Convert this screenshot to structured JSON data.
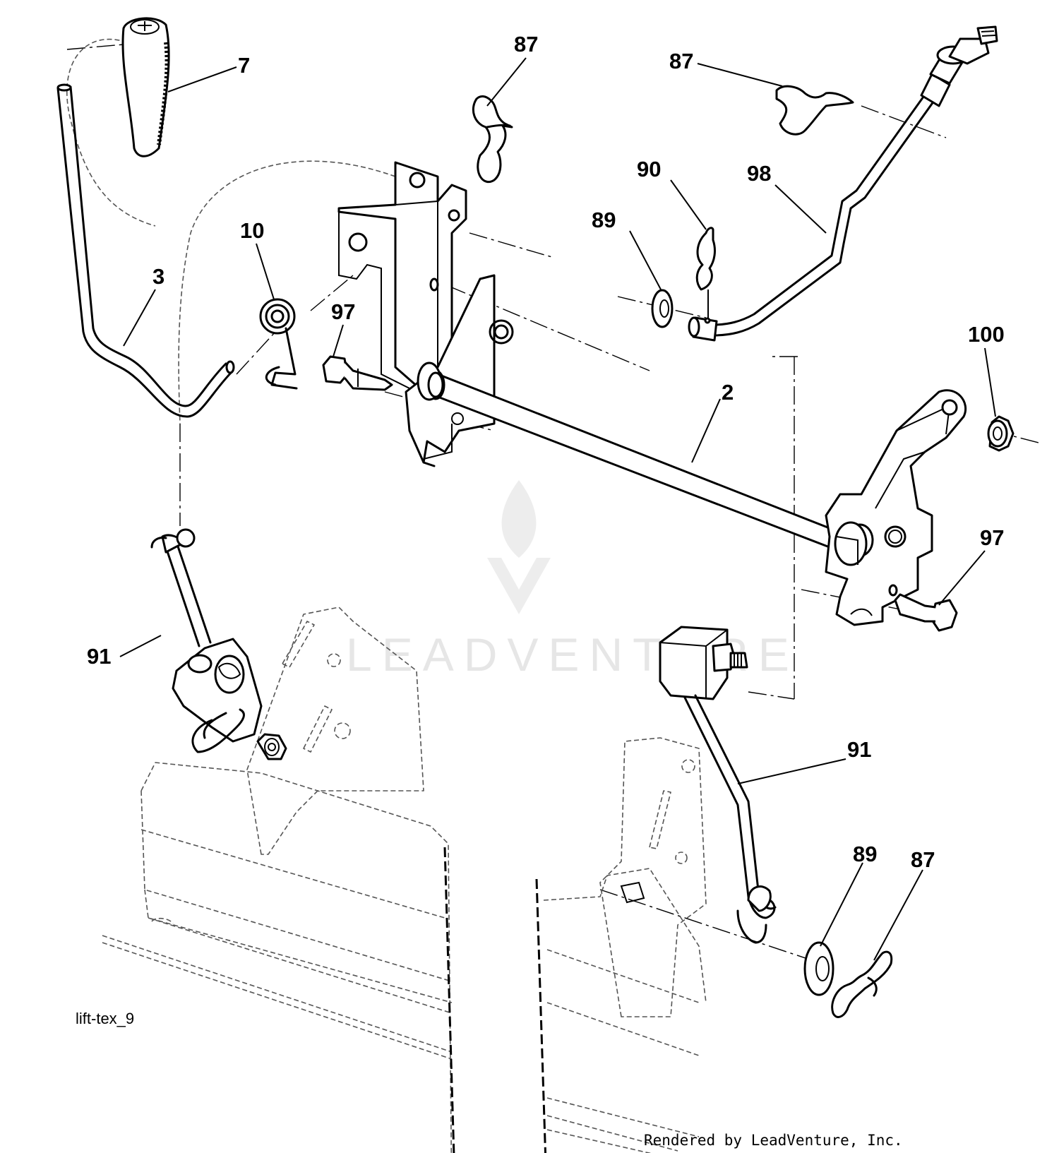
{
  "diagram": {
    "callouts": [
      {
        "id": "c7",
        "label": "7"
      },
      {
        "id": "c87a",
        "label": "87"
      },
      {
        "id": "c87b",
        "label": "87"
      },
      {
        "id": "c90",
        "label": "90"
      },
      {
        "id": "c98",
        "label": "98"
      },
      {
        "id": "c89a",
        "label": "89"
      },
      {
        "id": "c10",
        "label": "10"
      },
      {
        "id": "c3",
        "label": "3"
      },
      {
        "id": "c97a",
        "label": "97"
      },
      {
        "id": "c100",
        "label": "100"
      },
      {
        "id": "c2",
        "label": "2"
      },
      {
        "id": "c97b",
        "label": "97"
      },
      {
        "id": "c91a",
        "label": "91"
      },
      {
        "id": "c91b",
        "label": "91"
      },
      {
        "id": "c89b",
        "label": "89"
      },
      {
        "id": "c87c",
        "label": "87"
      }
    ],
    "diagram_code": "lift-tex_9",
    "watermark": "LEADVENTURE",
    "credit": "Rendered by LeadVenture, Inc."
  }
}
